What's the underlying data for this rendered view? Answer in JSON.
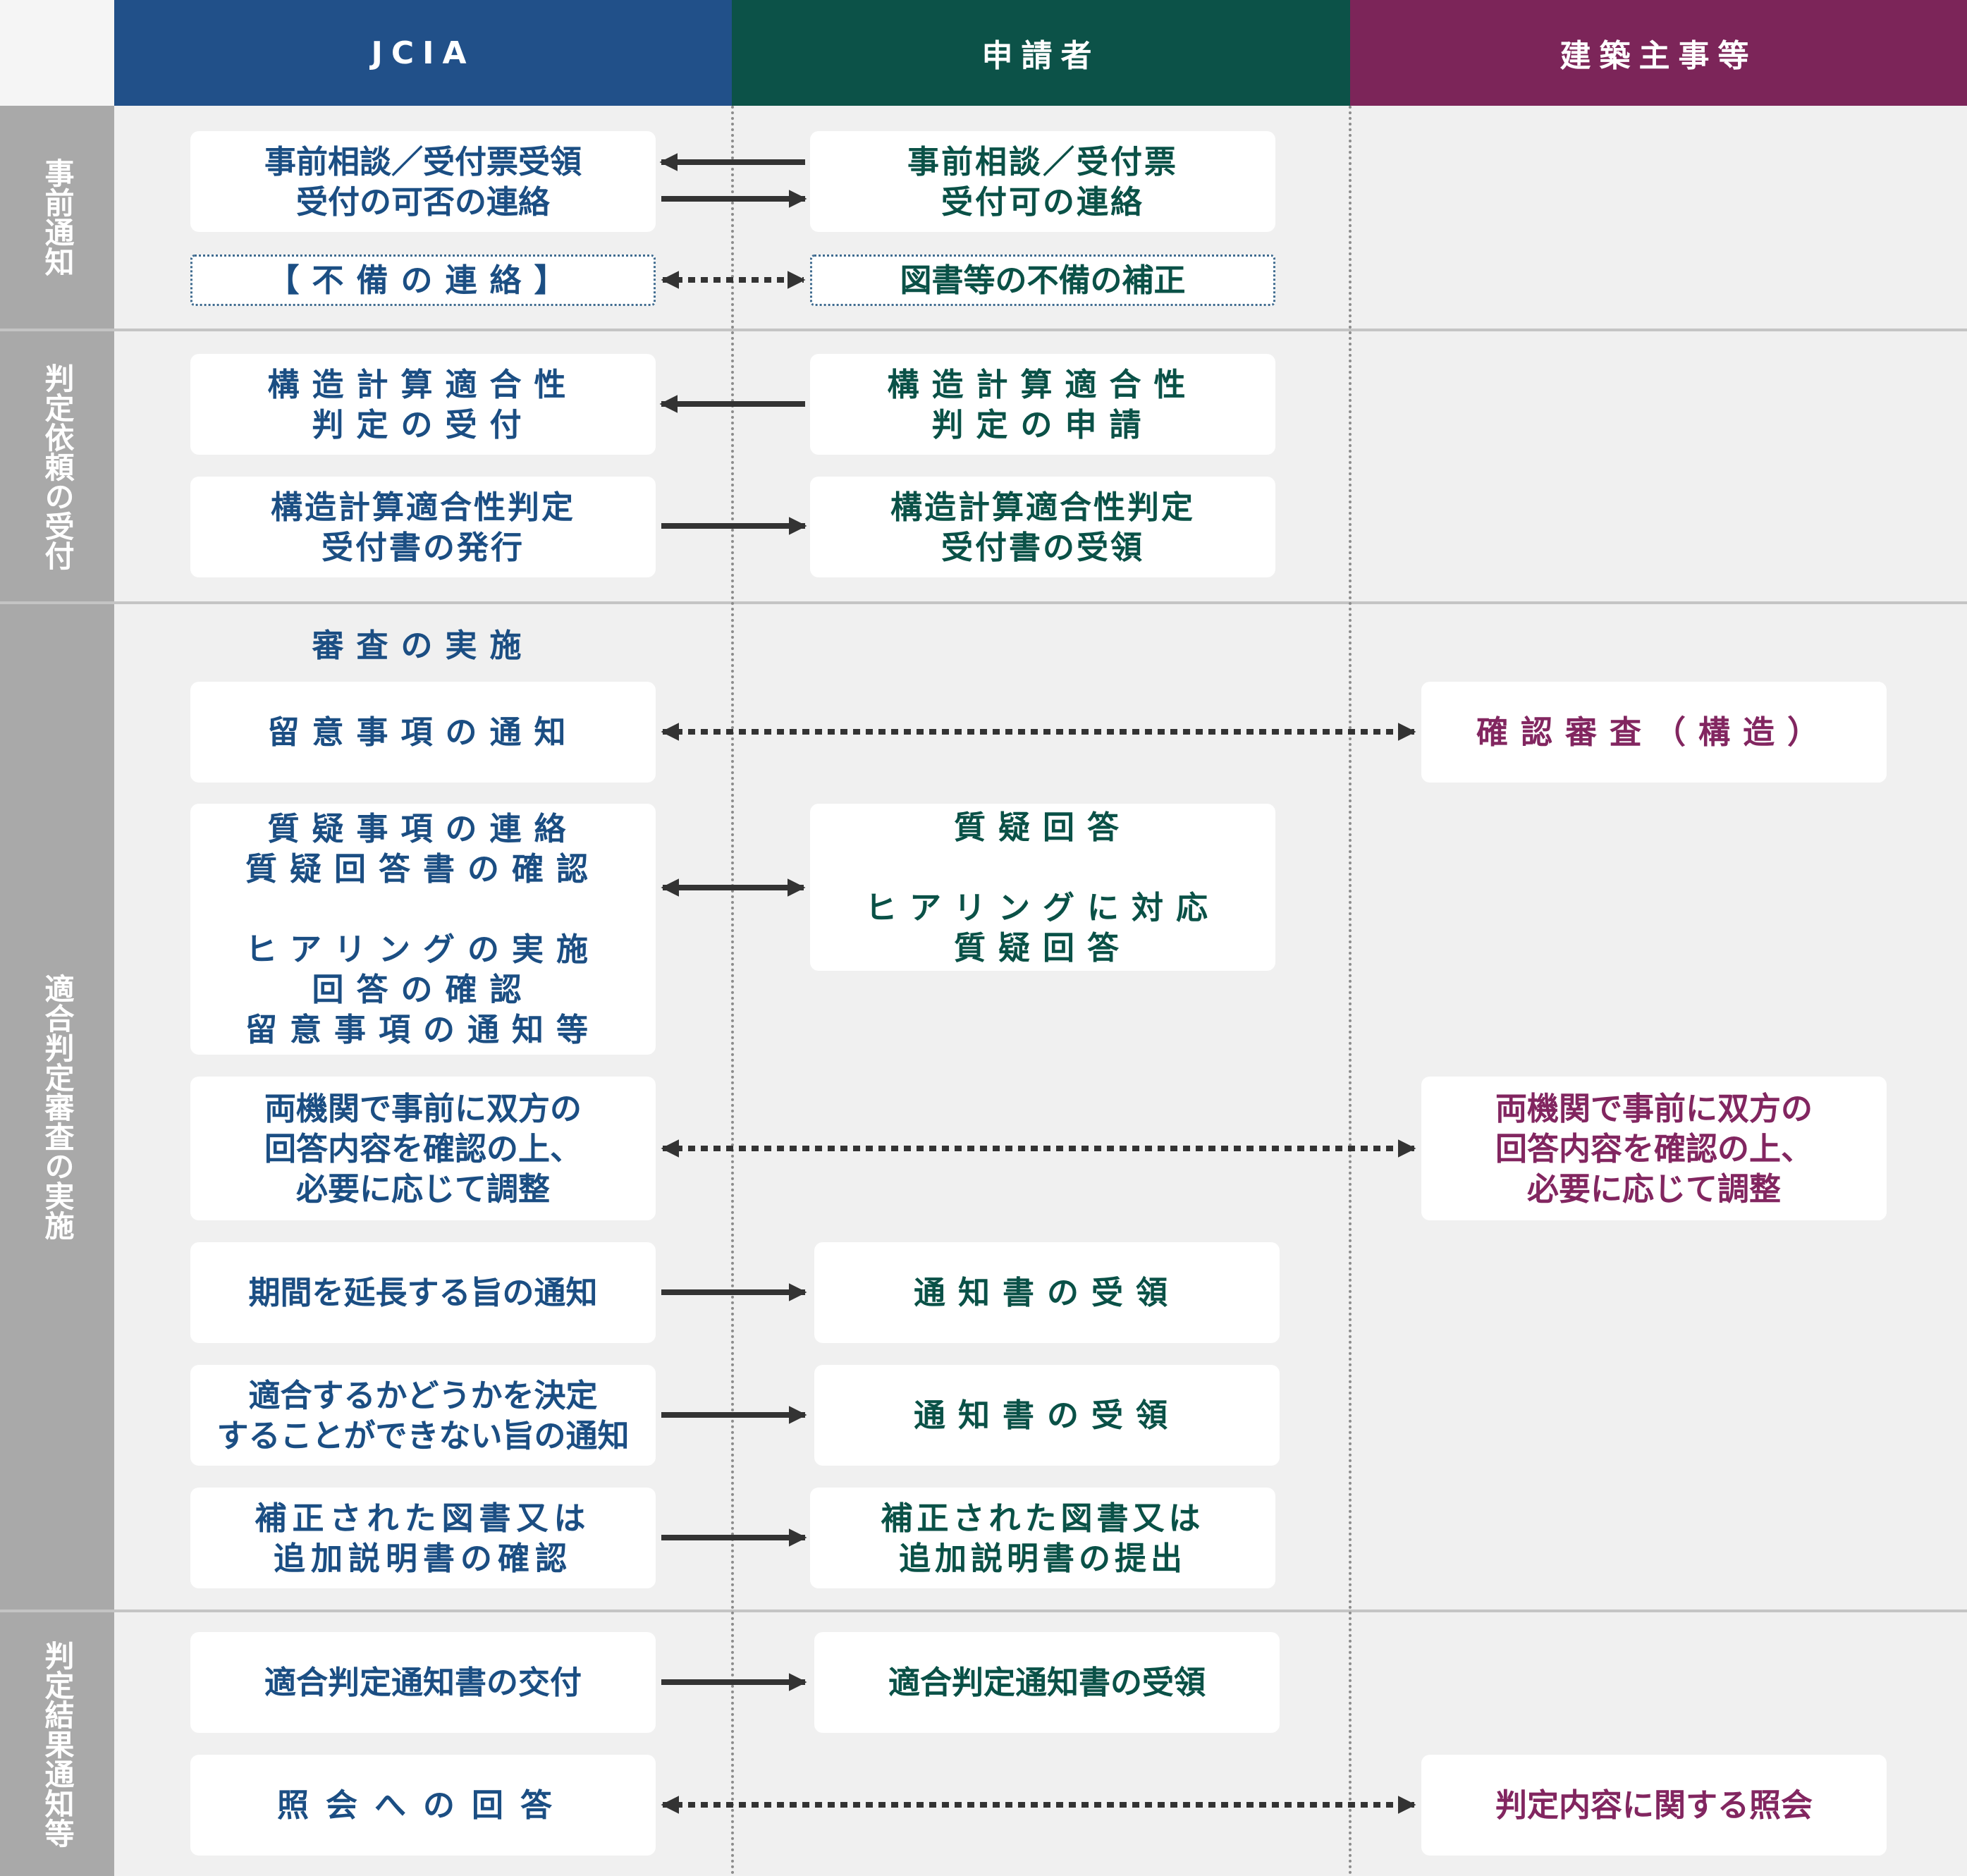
{
  "headers": {
    "jcia": "JCIA",
    "applicant": "申請者",
    "owner": "建築主事等"
  },
  "phases": {
    "pre_notice": "事前通知",
    "acceptance": "判定依頼の受付",
    "review": "適合判定審査の実施",
    "result": "判定結果通知等"
  },
  "rows": {
    "r1": {
      "jcia": "事前相談／受付票受領\n受付の可否の連絡",
      "applicant": "事前相談／受付票\n受付可の連絡",
      "arrows": [
        "applicant-to-jcia",
        "jcia-to-applicant"
      ]
    },
    "r2": {
      "jcia": "【不備の連絡】",
      "applicant": "図書等の不備の補正",
      "arrows": [
        "dotted-bidirectional"
      ]
    },
    "r3": {
      "jcia": "構造計算適合性\n判定の受付",
      "applicant": "構造計算適合性\n判定の申請",
      "arrows": [
        "applicant-to-jcia"
      ]
    },
    "r4": {
      "jcia": "構造計算適合性判定\n受付書の発行",
      "applicant": "構造計算適合性判定\n受付書の受領",
      "arrows": [
        "jcia-to-applicant"
      ]
    },
    "r5": {
      "jcia": "審査の実施"
    },
    "r6": {
      "jcia": "留意事項の通知",
      "owner": "確認審査（構造）",
      "arrows": [
        "dotted-bidirectional"
      ]
    },
    "r7": {
      "jcia": "質疑事項の連絡\n質疑回答書の確認\n\nヒアリングの実施\n回答の確認\n留意事項の通知等",
      "applicant": "質疑回答\n\nヒアリングに対応\n質疑回答",
      "arrows": [
        "bidirectional"
      ]
    },
    "r8": {
      "jcia": "両機関で事前に双方の\n回答内容を確認の上、\n必要に応じて調整",
      "owner": "両機関で事前に双方の\n回答内容を確認の上、\n必要に応じて調整",
      "arrows": [
        "dotted-bidirectional"
      ]
    },
    "r9": {
      "jcia": "期間を延長する旨の通知",
      "applicant": "通知書の受領",
      "arrows": [
        "jcia-to-applicant"
      ]
    },
    "r10": {
      "jcia": "適合するかどうかを決定\nすることができない旨の通知",
      "applicant": "通知書の受領",
      "arrows": [
        "jcia-to-applicant"
      ]
    },
    "r11": {
      "jcia": "補正された図書又は\n追加説明書の確認",
      "applicant": "補正された図書又は\n追加説明書の提出",
      "arrows": [
        "jcia-to-applicant"
      ]
    },
    "r12": {
      "jcia": "適合判定通知書の交付",
      "applicant": "適合判定通知書の受領",
      "arrows": [
        "jcia-to-applicant"
      ]
    },
    "r13": {
      "jcia": "照会への回答",
      "owner": "判定内容に関する照会",
      "arrows": [
        "dotted-bidirectional"
      ]
    }
  },
  "colors": {
    "jcia": "#215089",
    "applicant": "#0c5248",
    "owner": "#7c2559",
    "sidebar": "#a9a9a9",
    "arrow": "#333333"
  }
}
